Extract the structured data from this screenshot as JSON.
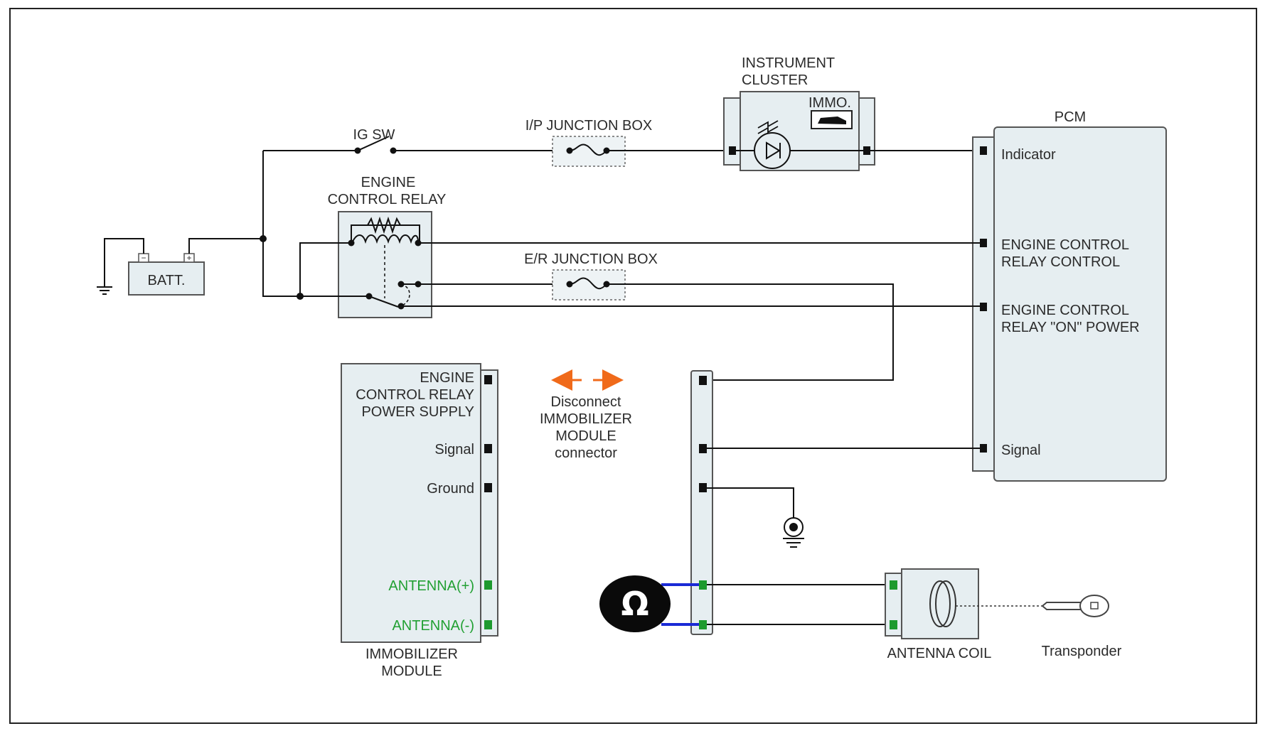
{
  "labels": {
    "batt": "BATT.",
    "ig_sw": "IG SW",
    "engine_control_relay": [
      "ENGINE",
      "CONTROL RELAY"
    ],
    "ip_junction_box": "I/P JUNCTION BOX",
    "er_junction_box": "E/R JUNCTION BOX",
    "instrument_cluster": [
      "INSTRUMENT",
      "CLUSTER"
    ],
    "immo": "IMMO.",
    "pcm": "PCM",
    "immobilizer_module": [
      "IMMOBILIZER",
      "MODULE"
    ],
    "antenna_coil": "ANTENNA COIL",
    "transponder": "Transponder",
    "disconnect_note": [
      "Disconnect",
      "IMMOBILIZER",
      "MODULE",
      "connector"
    ]
  },
  "pcm_pins": {
    "indicator": "Indicator",
    "ecr_control": [
      "ENGINE CONTROL",
      "RELAY CONTROL"
    ],
    "ecr_on_power": [
      "ENGINE CONTROL",
      "RELAY \"ON\" POWER"
    ],
    "signal": "Signal"
  },
  "immobilizer_pins": {
    "ecr_power_supply": [
      "ENGINE",
      "CONTROL RELAY",
      "POWER SUPPLY"
    ],
    "signal": "Signal",
    "ground": "Ground",
    "antenna_plus": "ANTENNA(+)",
    "antenna_minus": "ANTENNA(-)"
  },
  "meter_symbol": "Ω",
  "colors": {
    "module_fill": "#e6eef1",
    "antenna_pin": "#1d9a2e",
    "arrow": "#f06a1a",
    "meter_lead": "#1a2ad6"
  }
}
